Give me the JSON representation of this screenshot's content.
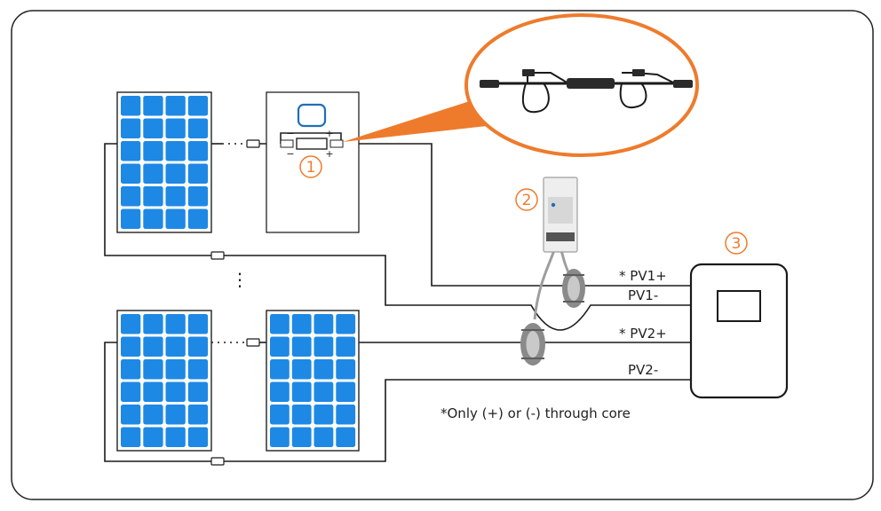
{
  "colors": {
    "accent": "#ee7b2c",
    "panel_cell": "#1e88e5",
    "panel_frame": "#1565c0",
    "wire": "#1a1a1a",
    "frame_border": "#222222"
  },
  "callouts": {
    "c1": "1",
    "c2": "2",
    "c3": "3"
  },
  "labels": {
    "pv1_plus": "* PV1+",
    "pv1_minus": "PV1-",
    "pv2_plus": "* PV2+",
    "pv2_minus": "PV2-",
    "minus_sign": "−",
    "plus_sign": "+",
    "ellipsis_vertical": "⋮"
  },
  "footnote": "*Only (+) or (-) through core",
  "icons": {
    "solar_panel": "solar-panel-icon",
    "optimizer": "optimizer-icon",
    "meter": "meter-icon",
    "inverter": "inverter-icon",
    "ct_clamp": "ct-clamp-icon"
  }
}
